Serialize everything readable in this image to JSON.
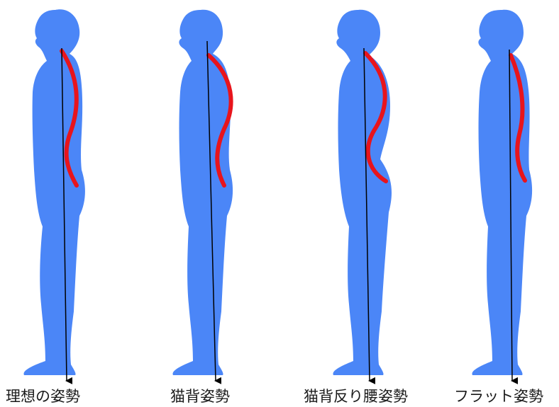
{
  "colors": {
    "body": "#4b86f7",
    "spine": "#e8141c",
    "plumb_line": "#000000",
    "background": "#ffffff"
  },
  "postures": [
    {
      "id": "ideal",
      "label": "理想の姿勢"
    },
    {
      "id": "kyphosis",
      "label": "猫背姿勢"
    },
    {
      "id": "kypholordosis",
      "label": "猫背反り腰姿勢"
    },
    {
      "id": "flat",
      "label": "フラット姿勢"
    }
  ]
}
